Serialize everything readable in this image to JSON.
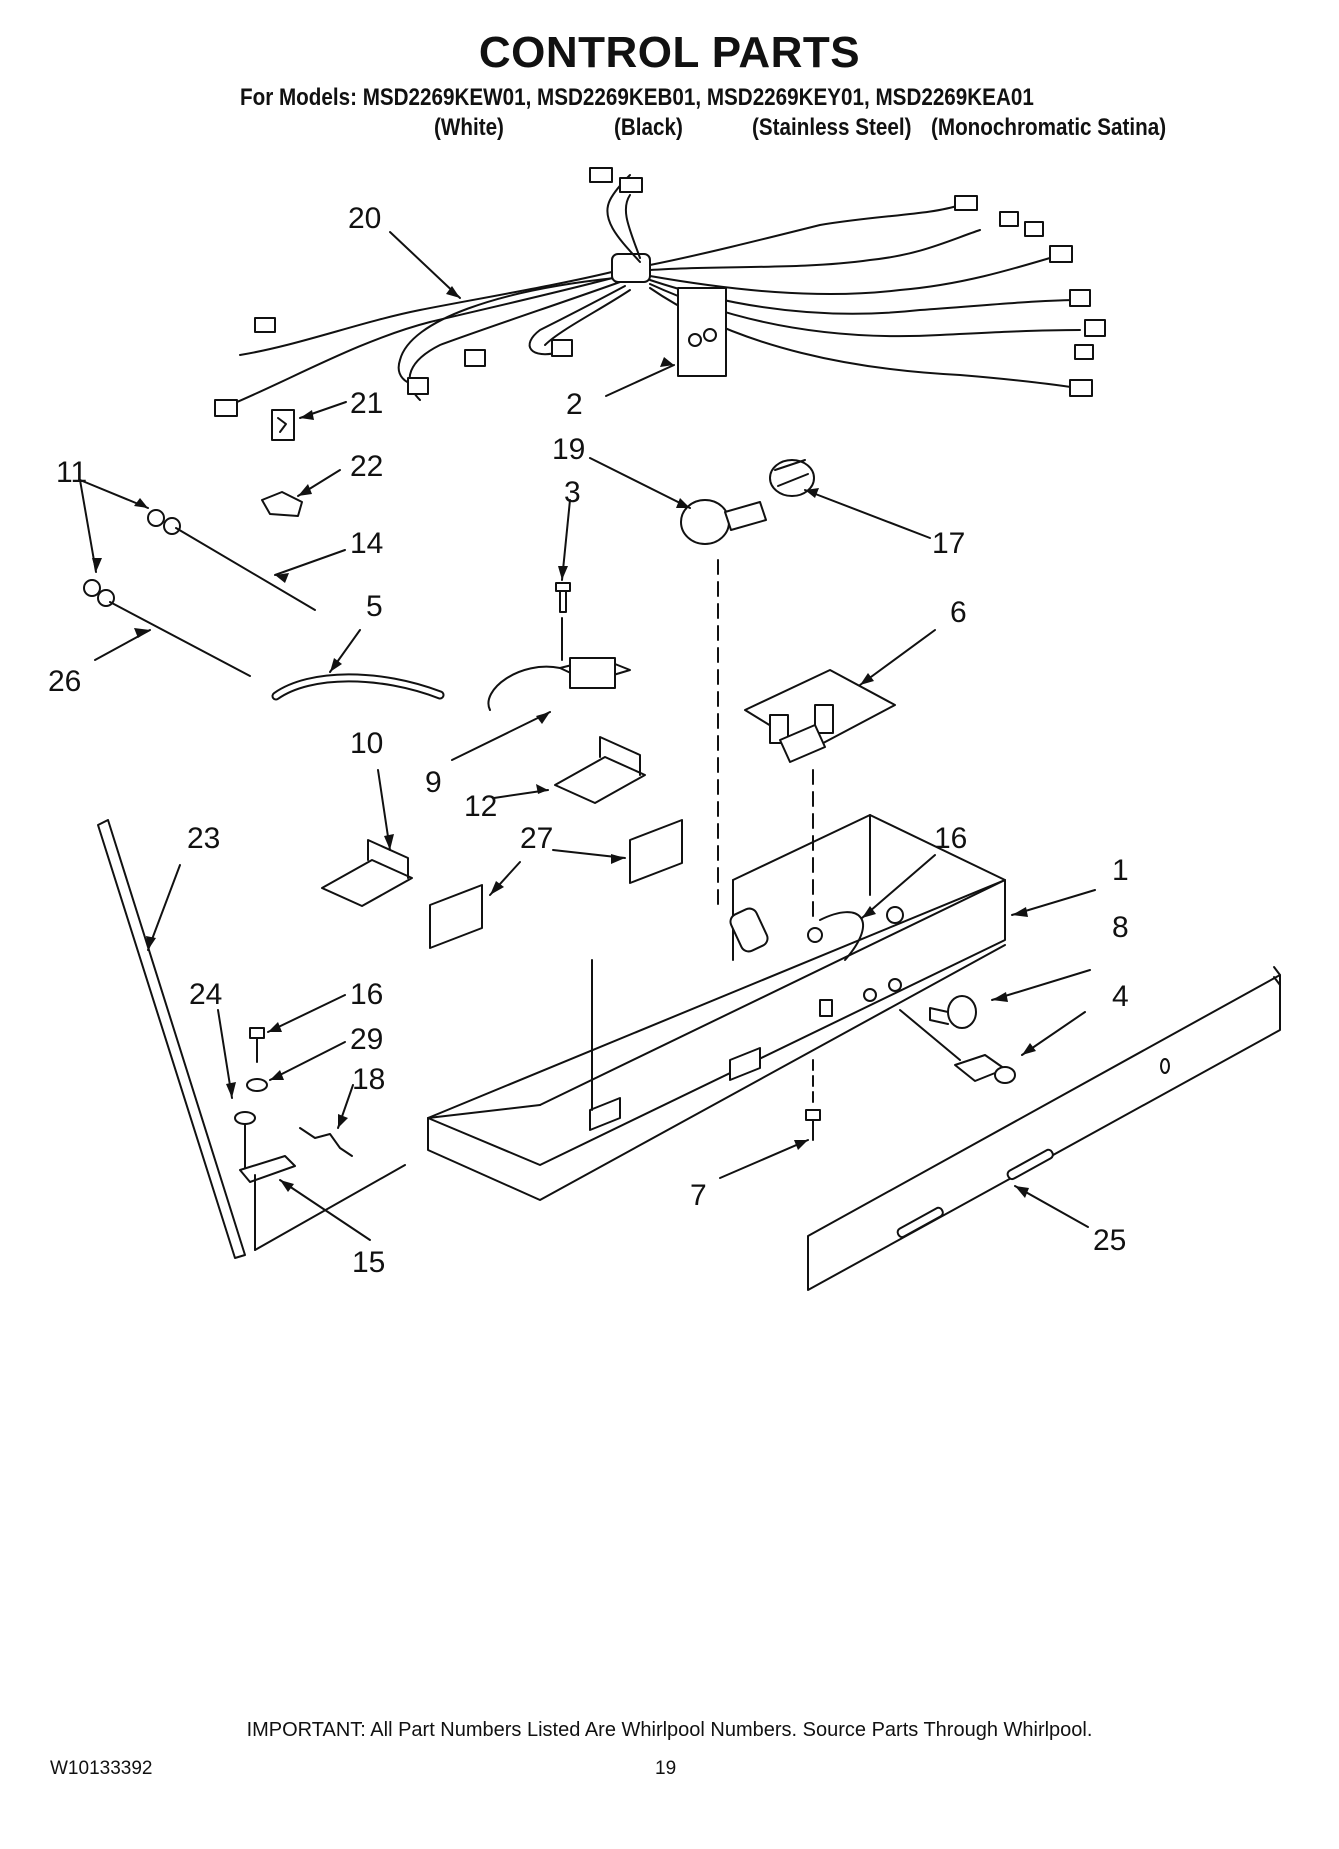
{
  "header": {
    "title": "CONTROL PARTS",
    "models_line": "For Models: MSD2269KEW01, MSD2269KEB01, MSD2269KEY01, MSD2269KEA01",
    "variants": [
      "(White)",
      "(Black)",
      "(Stainless Steel)",
      "(Monochromatic Satina)"
    ]
  },
  "callouts": [
    "20",
    "2",
    "21",
    "22",
    "19",
    "17",
    "11",
    "3",
    "14",
    "5",
    "6",
    "26",
    "9",
    "10",
    "12",
    "23",
    "27",
    "16",
    "1",
    "8",
    "24",
    "16",
    "29",
    "4",
    "18",
    "7",
    "15",
    "25"
  ],
  "footer": {
    "note": "IMPORTANT: All Part Numbers Listed Are Whirlpool Numbers. Source Parts Through Whirlpool.",
    "doc_number": "W10133392",
    "page": "19"
  }
}
